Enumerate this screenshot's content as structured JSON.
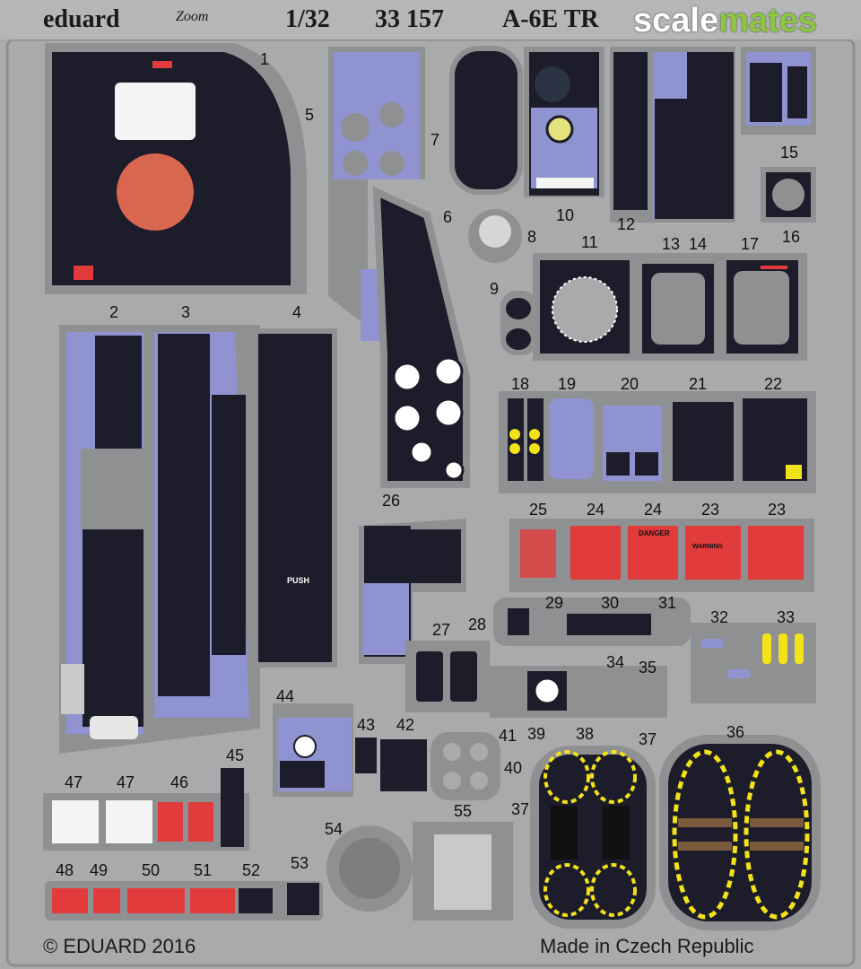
{
  "header": {
    "brand": "eduard",
    "logo_text": "Zoom",
    "scale": "1/32",
    "catalog_number": "33 157",
    "model": "A-6E TR",
    "watermark_part1": "scale",
    "watermark_part2": "mates"
  },
  "part_numbers": [
    "1",
    "2",
    "3",
    "4",
    "5",
    "6",
    "7",
    "8",
    "9",
    "10",
    "11",
    "12",
    "13",
    "14",
    "15",
    "16",
    "17",
    "18",
    "19",
    "20",
    "21",
    "22",
    "23",
    "23",
    "24",
    "24",
    "25",
    "26",
    "27",
    "28",
    "29",
    "30",
    "31",
    "32",
    "33",
    "34",
    "35",
    "36",
    "37",
    "37",
    "38",
    "39",
    "40",
    "41",
    "42",
    "43",
    "44",
    "45",
    "46",
    "47",
    "47",
    "48",
    "49",
    "50",
    "51",
    "52",
    "53",
    "54",
    "55"
  ],
  "labels": {
    "push": "PUSH",
    "danger": "DANGER",
    "warning": "WARNING"
  },
  "footer": {
    "copyright": "© EDUARD 2016",
    "origin": "Made in Czech Republic"
  },
  "colors": {
    "fret": "#a9aaab",
    "panel_dark": "#1c1c2a",
    "lavender": "#8f93cf",
    "red_dial": "#d9674f",
    "decal_red": "#e23b3b",
    "yellow": "#f2e21a"
  }
}
